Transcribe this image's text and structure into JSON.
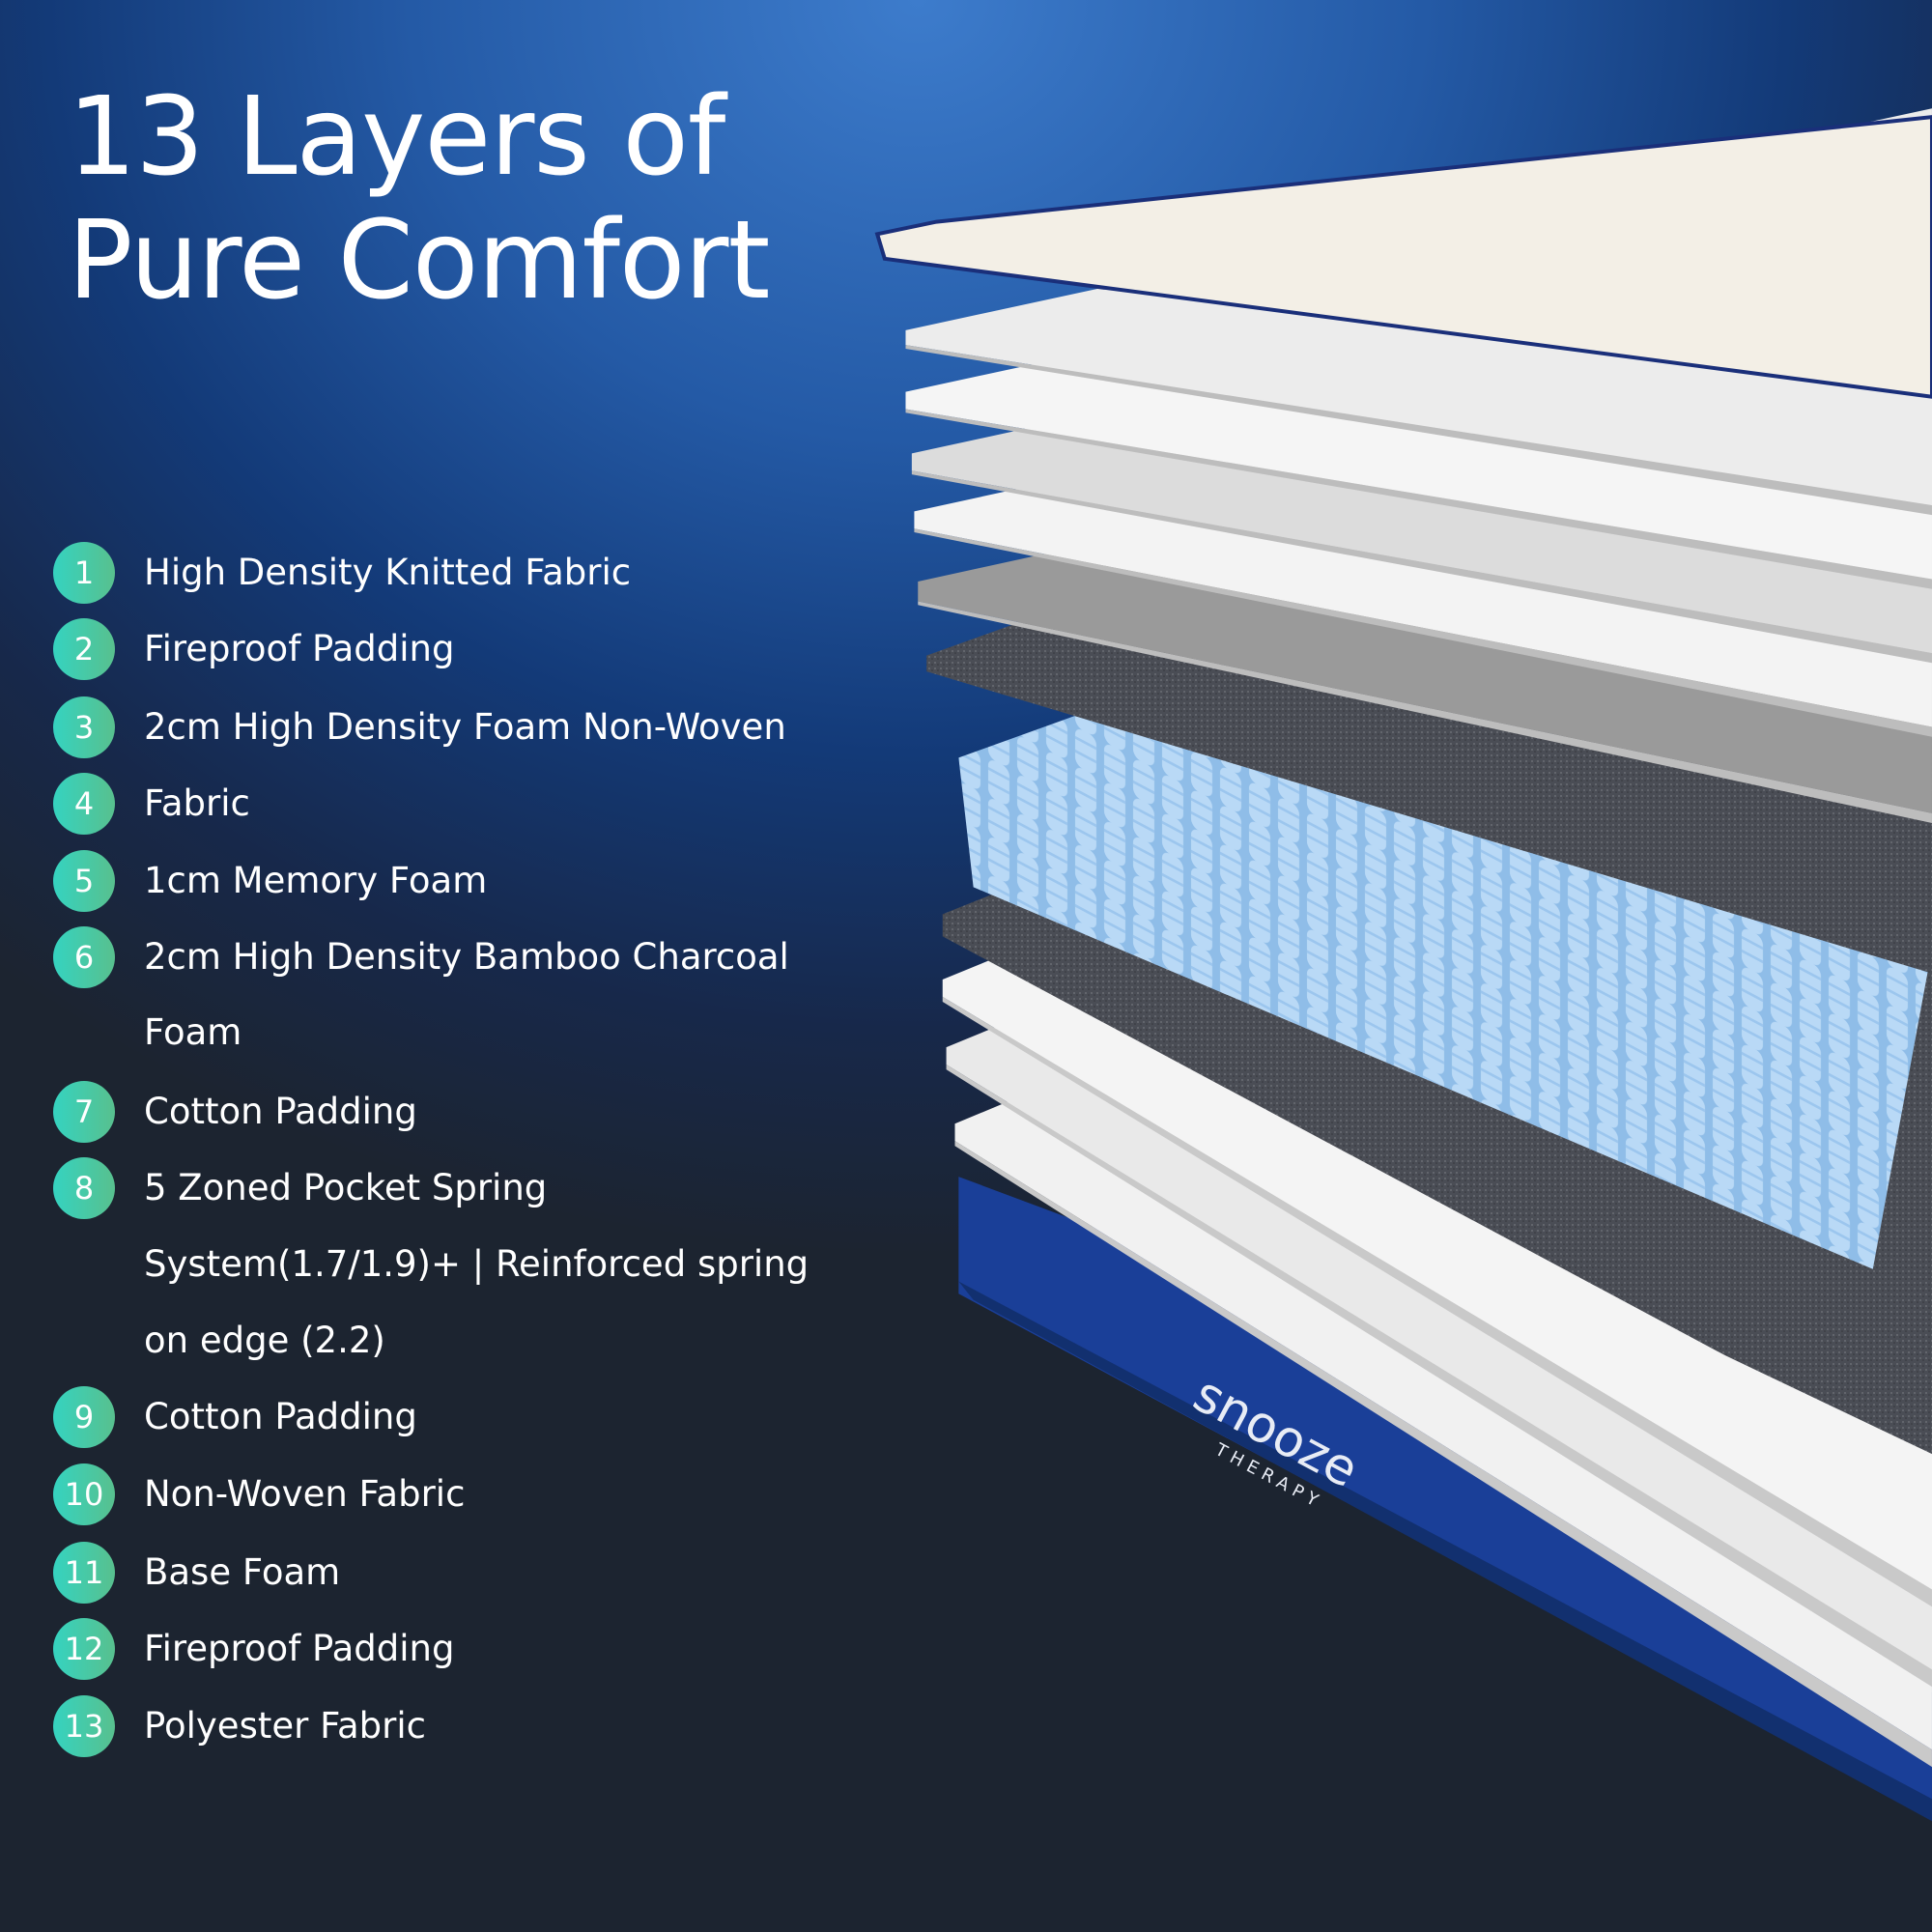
{
  "title": {
    "line1": "13 Layers of",
    "line2": "Pure Comfort"
  },
  "layers": [
    {
      "num": "1",
      "label": "High Density Knitted Fabric"
    },
    {
      "num": "2",
      "label": "Fireproof Padding"
    },
    {
      "num": "3",
      "label": "2cm High Density Foam Non-Woven"
    },
    {
      "num": "4",
      "label": "Fabric"
    },
    {
      "num": "5",
      "label": "1cm Memory Foam"
    },
    {
      "num": "6",
      "label": "2cm High Density Bamboo Charcoal",
      "label_cont": "Foam"
    },
    {
      "num": "7",
      "label": "Cotton Padding"
    },
    {
      "num": "8",
      "label": "5 Zoned Pocket Spring",
      "label_cont": "System(1.7/1.9)+  | Reinforced spring",
      "label_cont2": "on edge (2.2)"
    },
    {
      "num": "9",
      "label": "Cotton Padding"
    },
    {
      "num": "10",
      "label": "Non-Woven Fabric"
    },
    {
      "num": "11",
      "label": "Base Foam"
    },
    {
      "num": "12",
      "label": "Fireproof Padding"
    },
    {
      "num": "13",
      "label": "Polyester Fabric"
    }
  ],
  "brand": {
    "logo": "snooze",
    "tagline": "THERAPY"
  },
  "colors": {
    "badge_start": "#35d3c0",
    "badge_end": "#58c08e",
    "base_fabric": "#1a3f98"
  }
}
